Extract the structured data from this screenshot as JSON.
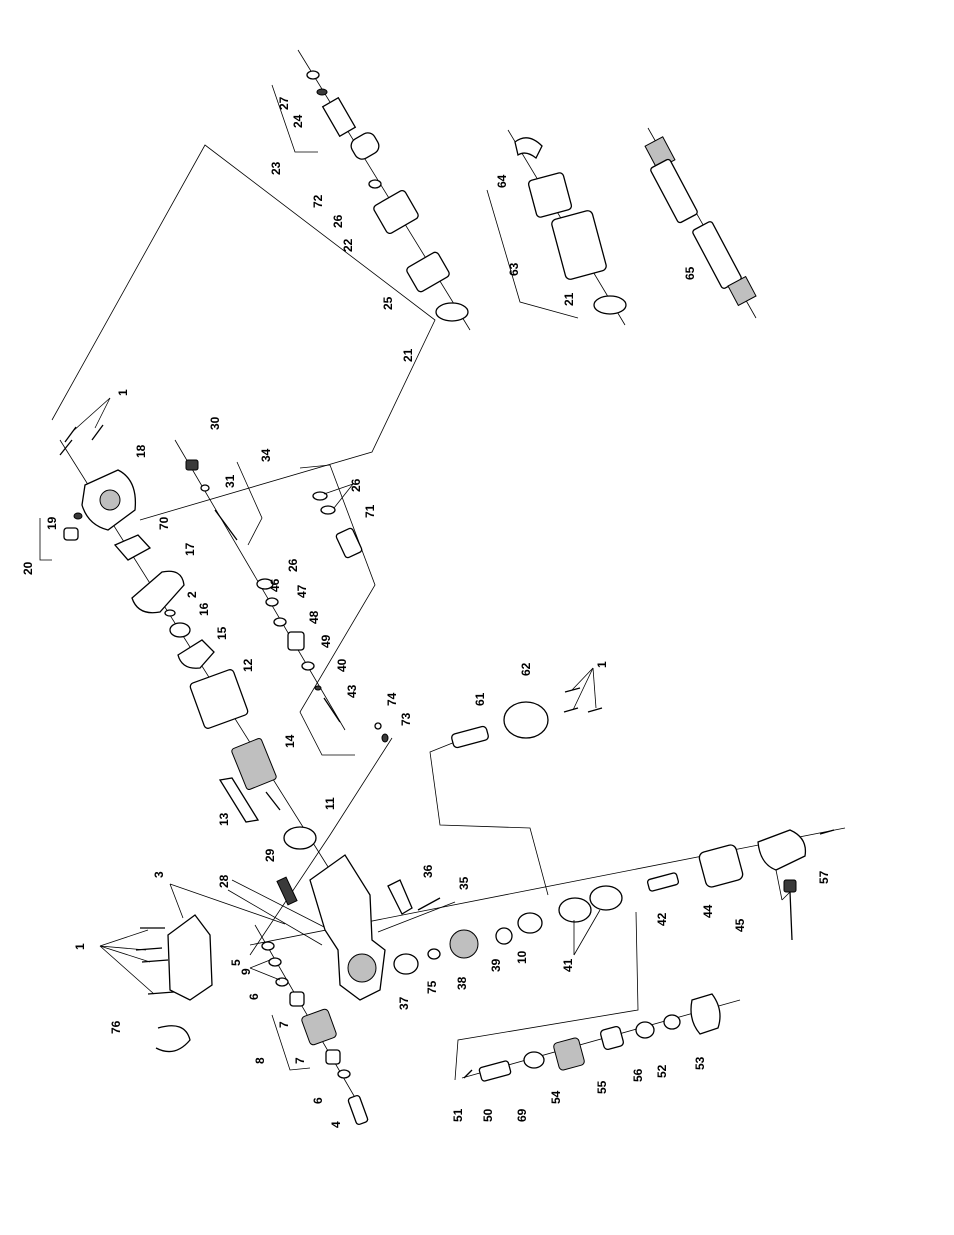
{
  "diagram": {
    "type": "exploded-parts-view",
    "callouts": [
      "1",
      "2",
      "3",
      "4",
      "5",
      "6",
      "7",
      "8",
      "9",
      "10",
      "11",
      "12",
      "13",
      "14",
      "15",
      "16",
      "17",
      "18",
      "19",
      "20",
      "21",
      "22",
      "23",
      "24",
      "25",
      "26",
      "27",
      "28",
      "29",
      "30",
      "31",
      "34",
      "35",
      "36",
      "37",
      "38",
      "39",
      "40",
      "41",
      "42",
      "43",
      "44",
      "45",
      "46",
      "47",
      "48",
      "49",
      "50",
      "51",
      "52",
      "53",
      "54",
      "55",
      "56",
      "57",
      "61",
      "62",
      "63",
      "64",
      "65",
      "69",
      "70",
      "71",
      "72",
      "73",
      "74",
      "75",
      "76"
    ]
  }
}
